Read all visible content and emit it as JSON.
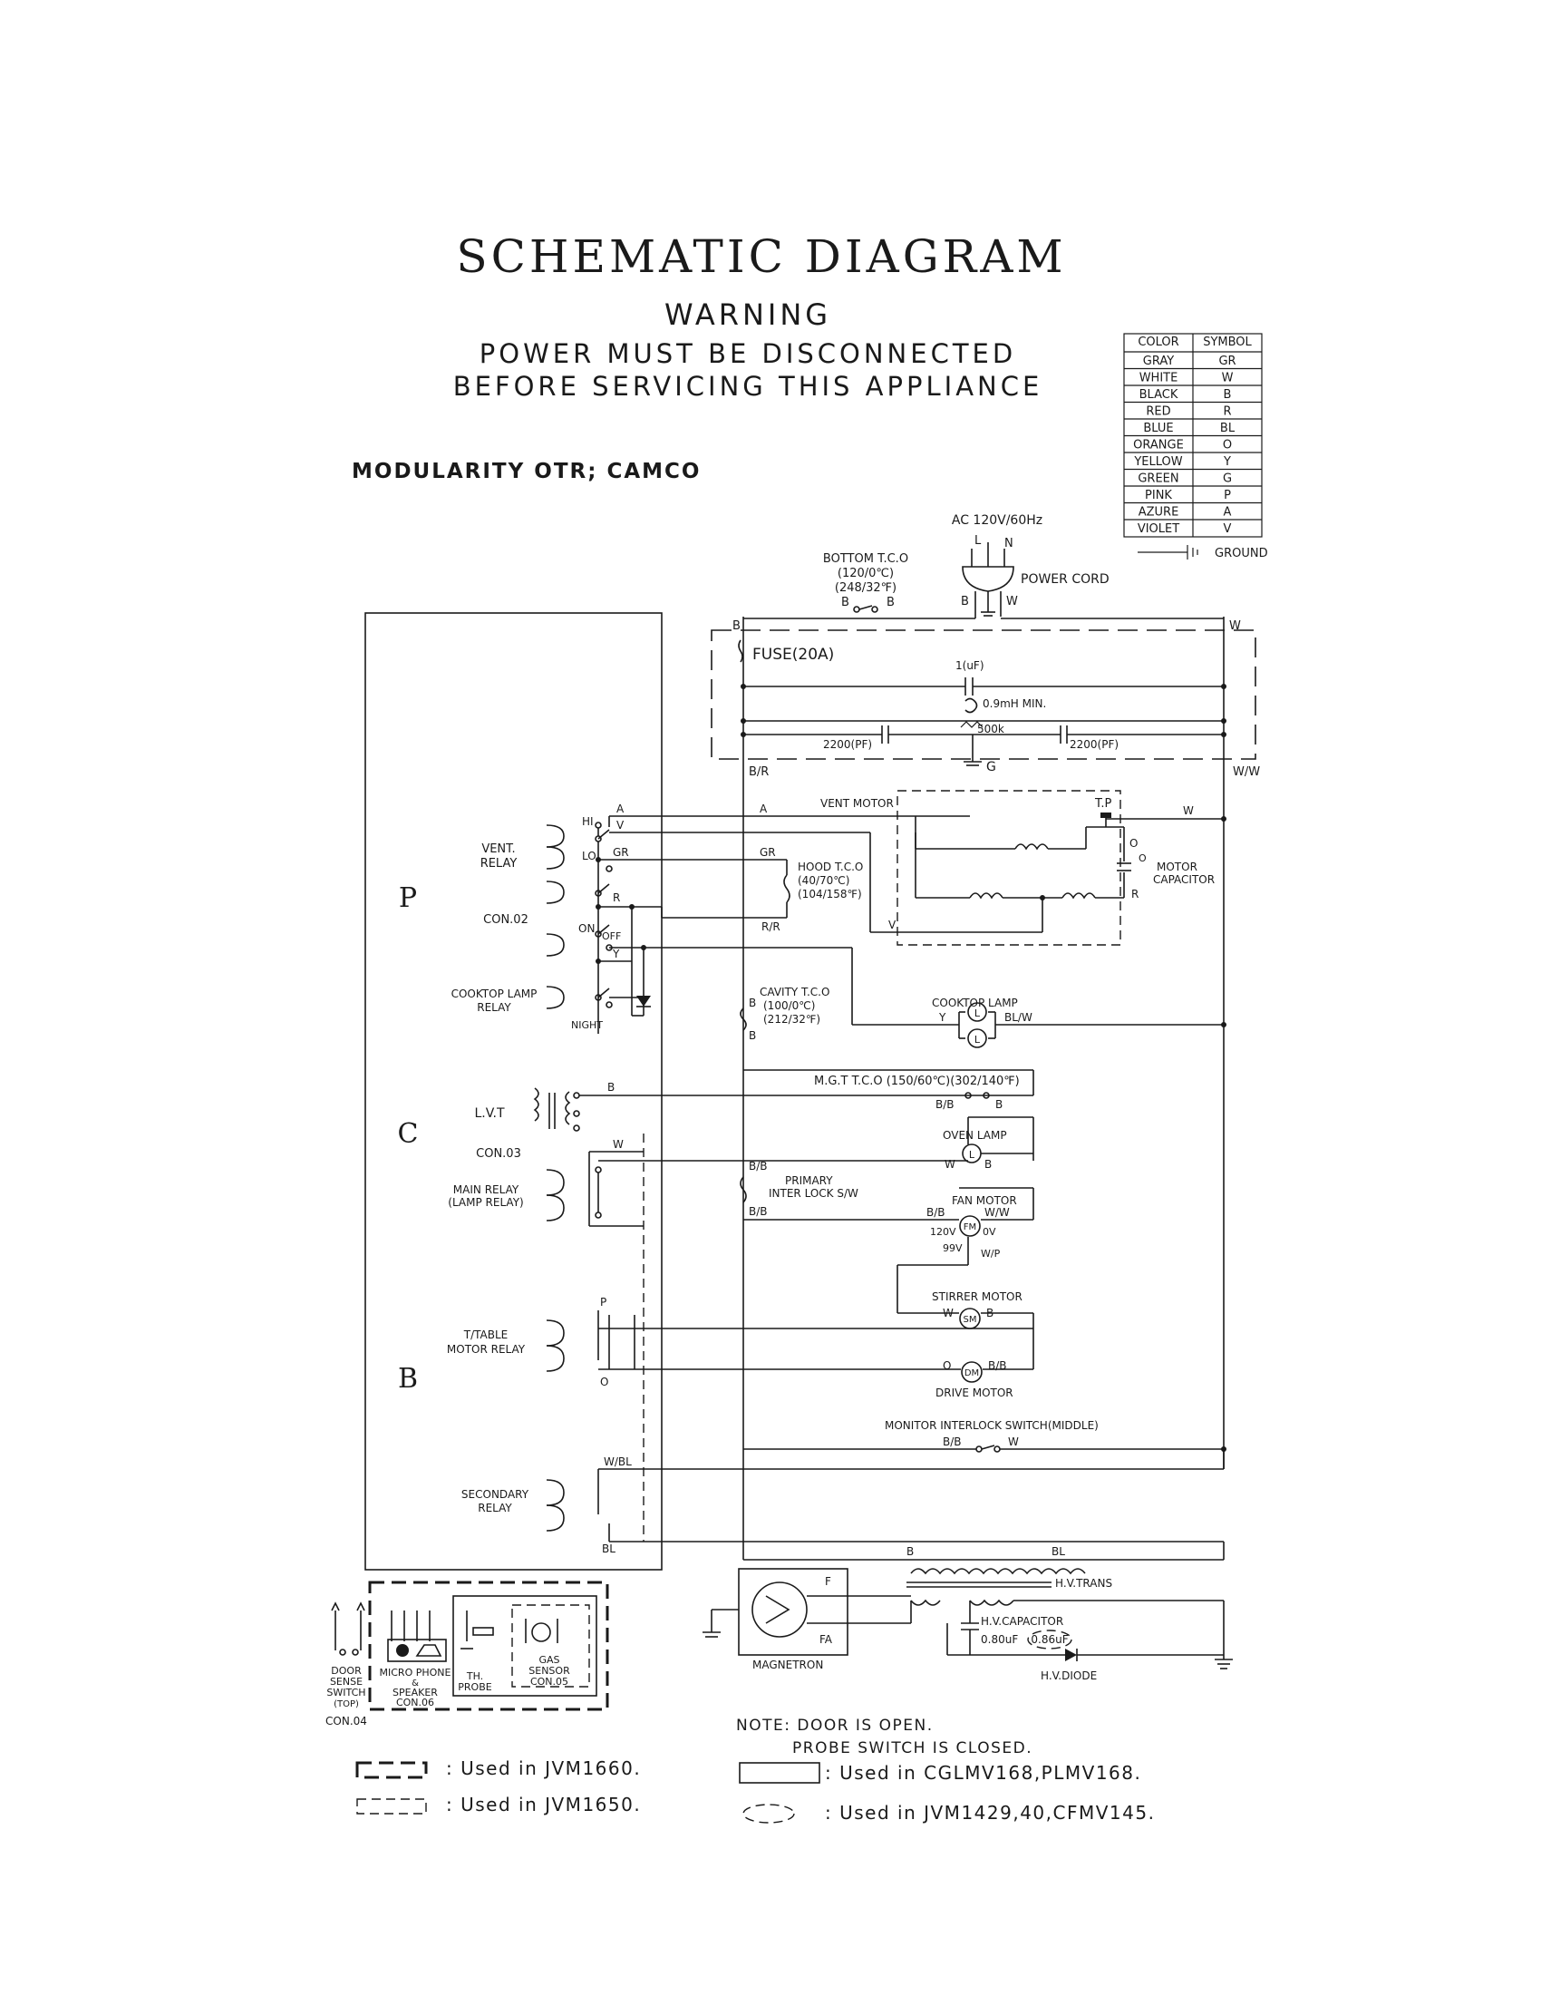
{
  "header": {
    "title": "SCHEMATIC DIAGRAM",
    "warning": "WARNING",
    "warning_line1": "POWER MUST BE DISCONNECTED",
    "warning_line2": "BEFORE SERVICING THIS APPLIANCE",
    "model": "MODULARITY OTR; CAMCO"
  },
  "color_table": {
    "col_color": "COLOR",
    "col_symbol": "SYMBOL",
    "rows": [
      {
        "color": "GRAY",
        "symbol": "GR"
      },
      {
        "color": "WHITE",
        "symbol": "W"
      },
      {
        "color": "BLACK",
        "symbol": "B"
      },
      {
        "color": "RED",
        "symbol": "R"
      },
      {
        "color": "BLUE",
        "symbol": "BL"
      },
      {
        "color": "ORANGE",
        "symbol": "O"
      },
      {
        "color": "YELLOW",
        "symbol": "Y"
      },
      {
        "color": "GREEN",
        "symbol": "G"
      },
      {
        "color": "PINK",
        "symbol": "P"
      },
      {
        "color": "AZURE",
        "symbol": "A"
      },
      {
        "color": "VIOLET",
        "symbol": "V"
      }
    ],
    "ground": "GROUND"
  },
  "power": {
    "ac": "AC 120V/60Hz",
    "l": "L",
    "n": "N",
    "cord": "POWER CORD",
    "b": "B",
    "w": "W"
  },
  "filter": {
    "bottom_tco": "BOTTOM T.C.O",
    "bottom_tco_1": "(120/0℃)",
    "bottom_tco_2": "(248/32℉)",
    "bb1": "B",
    "bb2": "B",
    "b_left": "B",
    "w_right": "W",
    "fuse": "FUSE(20A)",
    "cap1": "1(uF)",
    "inductor": "0.9mH MIN.",
    "resistor": "500k",
    "cap2200a": "2200(PF)",
    "cap2200b": "2200(PF)",
    "g": "G",
    "br": "B/R",
    "ww": "W/W"
  },
  "board_labels": {
    "p": "P",
    "c": "C",
    "b": "B"
  },
  "relays": {
    "vent": "VENT.",
    "vent2": "RELAY",
    "hi": "HI",
    "lo": "LO",
    "con02": "CON.02",
    "on": "ON",
    "off": "OFF",
    "cooktop": "COOKTOP LAMP",
    "cooktop2": "RELAY",
    "night": "NIGHT",
    "lvt": "L.V.T",
    "con03": "CON.03",
    "main": "MAIN RELAY",
    "main2": "(LAMP RELAY)",
    "ttable": "T/TABLE",
    "ttable2": "MOTOR RELAY",
    "secondary": "SECONDARY",
    "secondary2": "RELAY"
  },
  "wires": {
    "a": "A",
    "v": "V",
    "gr": "GR",
    "r": "R",
    "y": "Y",
    "a2": "A",
    "gr2": "GR",
    "rr": "R/R",
    "b_lvt": "B",
    "w_main": "W",
    "p": "P",
    "o": "O",
    "wbl": "W/BL",
    "bl": "BL"
  },
  "vent_motor": {
    "label": "VENT MOTOR",
    "tp": "T.P",
    "w": "W",
    "o": "O",
    "r": "R",
    "v": "V",
    "cap": "MOTOR",
    "cap2": "CAPACITOR",
    "hood": "HOOD T.C.O",
    "hood1": "(40/70℃)",
    "hood2": "(104/158℉)"
  },
  "loads": {
    "cavity": "CAVITY T.C.O",
    "cavity1": "(100/0℃)",
    "cavity2": "(212/32℉)",
    "cb1": "B",
    "cb2": "B",
    "cooktop_lamp": "COOKTOP LAMP",
    "y": "Y",
    "blw": "BL/W",
    "l1": "L",
    "l2": "L",
    "mgt": "M.G.T T.C.O (150/60℃)(302/140℉)",
    "mgt_bb": "B/B",
    "mgt_b": "B",
    "oven_lamp": "OVEN LAMP",
    "ol_w": "W",
    "ol_b": "B",
    "ol_l": "L",
    "primary": "PRIMARY",
    "primary2": "INTER LOCK S/W",
    "p_bb1": "B/B",
    "p_bb2": "B/B",
    "fan": "FAN MOTOR",
    "fan_bb": "B/B",
    "fan_ww": "W/W",
    "fan_120": "120V",
    "fan_0": "0V",
    "fan_99": "99V",
    "fan_wp": "W/P",
    "fm": "FM",
    "stirrer": "STIRRER MOTOR",
    "sm_w": "W",
    "sm_b": "B",
    "sm": "SM",
    "dm_o": "O",
    "dm_bb": "B/B",
    "dm": "DM",
    "drive": "DRIVE MOTOR",
    "monitor": "MONITOR INTERLOCK SWITCH(MIDDLE)",
    "mon_bb": "B/B",
    "mon_w": "W"
  },
  "hv": {
    "b": "B",
    "bl": "BL",
    "trans": "H.V.TRANS",
    "f": "F",
    "fa": "FA",
    "magnetron": "MAGNETRON",
    "cap": "H.V.CAPACITOR",
    "cap_val": "0.80uF",
    "cap_val2": "0.86uF",
    "diode": "H.V.DIODE"
  },
  "bottom": {
    "door": "DOOR",
    "door2": "SENSE",
    "door3": "SWITCH",
    "door4": "(TOP)",
    "con04": "CON.04",
    "micro": "MICRO PHONE",
    "micro2": "&",
    "micro3": "SPEAKER",
    "micro4": "CON.06",
    "th": "TH.",
    "th2": "PROBE",
    "gas": "GAS",
    "gas2": "SENSOR",
    "gas3": "CON.05",
    "note1": "NOTE: DOOR IS OPEN.",
    "note2": "PROBE SWITCH IS CLOSED.",
    "legend1": ": Used in JVM1660.",
    "legend2": ": Used in JVM1650.",
    "legend3": ": Used in CGLMV168,PLMV168.",
    "legend4": ": Used in JVM1429,40,CFMV145."
  }
}
